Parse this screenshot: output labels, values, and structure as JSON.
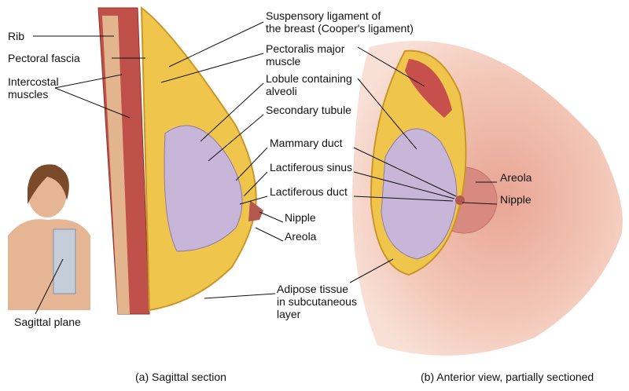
{
  "labels": {
    "rib": "Rib",
    "pectoral_fascia": "Pectoral fascia",
    "intercostal_1": "Intercostal",
    "intercostal_2": "muscles",
    "suspensory_1": "Suspensory ligament of",
    "suspensory_2": "the breast (Cooper's ligament)",
    "pectoralis_1": "Pectoralis major",
    "pectoralis_2": "muscle",
    "lobule_1": "Lobule containing",
    "lobule_2": "alveoli",
    "secondary_tubule": "Secondary tubule",
    "mammary_duct": "Mammary duct",
    "lactiferous_sinus": "Lactiferous sinus",
    "lactiferous_duct": "Lactiferous duct",
    "nipple_a": "Nipple",
    "areola_a": "Areola",
    "adipose_1": "Adipose tissue",
    "adipose_2": "in subcutaneous",
    "adipose_3": "layer",
    "sagittal_plane": "Sagittal plane",
    "areola_b": "Areola",
    "nipple_b": "Nipple"
  },
  "captions": {
    "a": "(a) Sagittal section",
    "b": "(b) Anterior view, partially sectioned"
  }
}
